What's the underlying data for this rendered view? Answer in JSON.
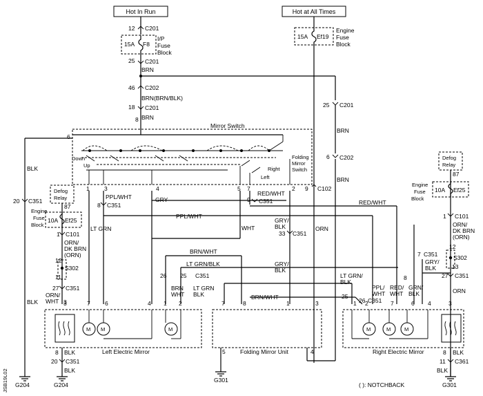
{
  "top_labels": {
    "hot_in_run": "Hot In Run",
    "hot_at_all_times": "Hot at All Times"
  },
  "fuses": {
    "f8": {
      "rating": "15A",
      "id": "F8",
      "block": [
        "I/P",
        "Fuse",
        "Block"
      ]
    },
    "ef19": {
      "rating": "15A",
      "id": "Ef19",
      "block": [
        "Engine",
        "Fuse",
        "Block"
      ]
    },
    "ef25_left": {
      "rating": "10A",
      "id": "Ef25",
      "block": [
        "Engine",
        "Fuse",
        "Block"
      ]
    },
    "ef25_right": {
      "rating": "10A",
      "id": "Ef25",
      "block": [
        "Engine",
        "Fuse",
        "Block"
      ]
    }
  },
  "relays": {
    "left": [
      "Defog",
      "Relay"
    ],
    "right": [
      "Defog",
      "Relay"
    ]
  },
  "connectors": {
    "c201_12": "12",
    "c201_name": "C201",
    "c201_25": "25",
    "c202_46": "46",
    "c202_name": "C202",
    "c202_18": "18",
    "c201r_25": "25",
    "c202r_6": "6",
    "c351": "C351",
    "c101": "C101",
    "c102": "C102",
    "c361": "C361",
    "s302": "S302"
  },
  "wires": {
    "brn": "BRN",
    "brn_blk": "BRN(BRN/BLK)",
    "blk": "BLK",
    "gry": "GRY",
    "ppl_wht": "PPL/WHT",
    "lt_grn": "LT GRN",
    "wht": "WHT",
    "red_wht": "RED/WHT",
    "gry_blk": [
      "GRY/",
      "BLK"
    ],
    "orn": "ORN",
    "brn_wht": "BRN/WHT",
    "lt_grn_blk": "LT GRN/BLK",
    "orn_dk_brn": [
      "ORN/",
      "DK BRN",
      "(ORN)"
    ],
    "orn_wht": [
      "ORN/",
      "WHT"
    ],
    "brn_wht2": [
      "BRN",
      "WHT"
    ],
    "lt_grn_blk2": [
      "LT GRN",
      "BLK"
    ],
    "lt_grn_blk3": [
      "LT GRN/",
      "BLK"
    ],
    "ppl_wht2": [
      "PPL/",
      "WHT"
    ],
    "red_wht2": [
      "RED/",
      "WHT"
    ],
    "grn_blk": [
      "GRN/",
      "BLK"
    ],
    "gry_blk2": [
      "GRY/",
      "BLK"
    ]
  },
  "switch": {
    "title": "Mirror Switch",
    "down": "Down",
    "up": "Up",
    "right": "Right",
    "left": "Left",
    "folding": [
      "Folding",
      "Mirror",
      "Switch"
    ]
  },
  "components": {
    "left_mirror": "Left Electric Mirror",
    "folding_unit": "Folding Mirror Unit",
    "right_mirror": "Right Electric Mirror"
  },
  "grounds": {
    "g204": "G204",
    "g301a": "G301",
    "g301b": "G301"
  },
  "legend": "( ): NOTCHBACK",
  "side_code": "JSB19L02"
}
